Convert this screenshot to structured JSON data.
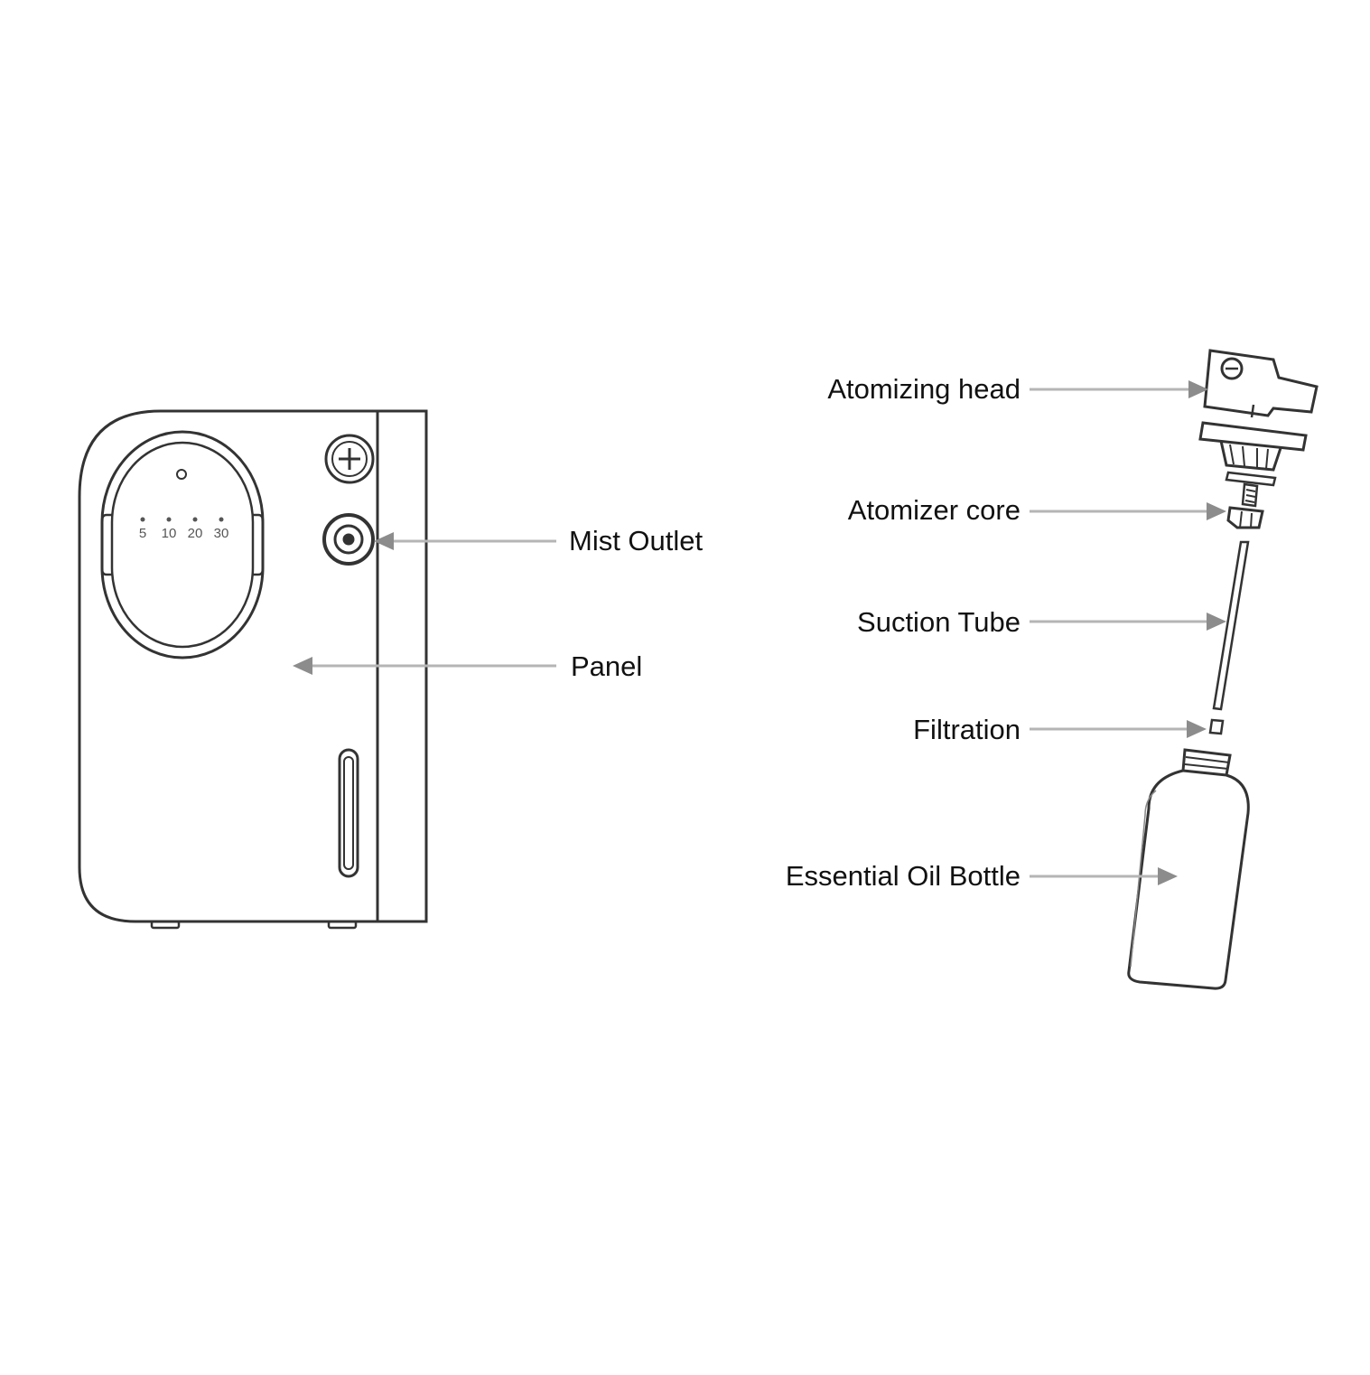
{
  "device": {
    "timer_options": [
      "5",
      "10",
      "20",
      "30"
    ]
  },
  "callouts": {
    "mist_outlet": "Mist Outlet",
    "panel": "Panel",
    "atomizing_head": "Atomizing head",
    "atomizer_core": "Atomizer core",
    "suction_tube": "Suction Tube",
    "filtration": "Filtration",
    "essential_oil_bottle": "Essential Oil Bottle"
  },
  "colors": {
    "outline": "#333333",
    "leader_line": "#b5b5b5",
    "arrow_head": "#8c8c8c",
    "label_text": "#111111"
  }
}
